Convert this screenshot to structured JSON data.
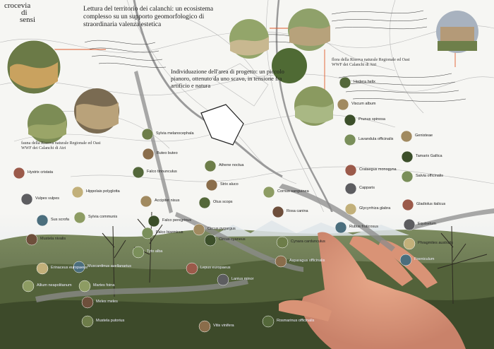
{
  "brand": {
    "line1": "crocevia",
    "line2": "di",
    "line3": "sensi"
  },
  "headings": {
    "calanchi": "Lettura del territorio dei calanchi: un ecosistema complesso su un supporto geomorfologico di straordinaria valenza estetica",
    "area": "Individuazione dell'area di progetto: un piccolo pianoro, ottenuto da uno scavo, in tensione fra artificio e natura",
    "fauna": "fauna della Riserva naturale Regionale ed Oasi WWF dei Calanchi di Atri",
    "flora": "flora della Riserva naturale Regionale ed Oasi WWF dei Calanchi di Atri"
  },
  "species": [
    {
      "id": "sylvia",
      "label": "Sylvia melanocephala"
    },
    {
      "id": "buteo",
      "label": "Buteo buteo"
    },
    {
      "id": "falco-tinn",
      "label": "Falco tinnunculus"
    },
    {
      "id": "accipiter",
      "label": "Accipiter nisus"
    },
    {
      "id": "falco-per",
      "label": "Falco peregrinus"
    },
    {
      "id": "falco-bia",
      "label": "Falco biarmicus"
    },
    {
      "id": "hystrix",
      "label": "Hystrix cristata"
    },
    {
      "id": "vulpes",
      "label": "Vulpes vulpes"
    },
    {
      "id": "hippolais",
      "label": "Hippolais polyglotta"
    },
    {
      "id": "sus",
      "label": "Sus scrofa"
    },
    {
      "id": "sylvia-comm",
      "label": "Sylvia communis"
    },
    {
      "id": "mustela",
      "label": "Mustela nivalis"
    },
    {
      "id": "athene",
      "label": "Athene noctua"
    },
    {
      "id": "strix",
      "label": "Strix aluco"
    },
    {
      "id": "otus",
      "label": "Otus scops"
    },
    {
      "id": "circus",
      "label": "Circus pygargus"
    },
    {
      "id": "circus2",
      "label": "Circus cyaneus"
    },
    {
      "id": "tyto",
      "label": "Tyto alba"
    },
    {
      "id": "lepus",
      "label": "Lepus europaeus"
    },
    {
      "id": "lanius",
      "label": "Lanius minor"
    },
    {
      "id": "erinaceus",
      "label": "Erinaceus europaeus"
    },
    {
      "id": "muscardinus",
      "label": "Muscardinus avellanarius"
    },
    {
      "id": "martes",
      "label": "Martes foina"
    },
    {
      "id": "meles",
      "label": "Meles meles"
    },
    {
      "id": "mustela-put",
      "label": "Mustela putorius"
    },
    {
      "id": "vitis",
      "label": "Vitis vinifera"
    },
    {
      "id": "hedera",
      "label": "Hedera helix"
    },
    {
      "id": "viscum",
      "label": "Viscum album"
    },
    {
      "id": "prunus",
      "label": "Prunus spinosa"
    },
    {
      "id": "lavandula",
      "label": "Lavandula officinalis"
    },
    {
      "id": "crataegus",
      "label": "Crataegus monogyna"
    },
    {
      "id": "capparis",
      "label": "Capparis"
    },
    {
      "id": "glycyrrhiza",
      "label": "Glycyrrhiza glabra"
    },
    {
      "id": "rubus",
      "label": "Rubus fruticosus"
    },
    {
      "id": "cornus",
      "label": "Cornus sanguinea"
    },
    {
      "id": "rosa",
      "label": "Rosa canina"
    },
    {
      "id": "cynara",
      "label": "Cynara cardunculus"
    },
    {
      "id": "asparagus",
      "label": "Asparagus officinalis"
    },
    {
      "id": "rosmarinus",
      "label": "Rosmarinus officinalis"
    },
    {
      "id": "genista",
      "label": "Genisteae"
    },
    {
      "id": "tamarix",
      "label": "Tamarix Gallica"
    },
    {
      "id": "salvia",
      "label": "Salvia officinalis"
    },
    {
      "id": "gladiolus",
      "label": "Gladiolus italicus"
    },
    {
      "id": "equisetum",
      "label": "Equisetum"
    },
    {
      "id": "phragmites",
      "label": "Phragmites australis"
    },
    {
      "id": "foeniculum",
      "label": "Foeniculum"
    },
    {
      "id": "allium",
      "label": "Allium neapolitanum"
    }
  ],
  "colors": {
    "accent": "#e05a2b",
    "bg": "#f6f6f3",
    "ribbon": "#8c8c8c"
  }
}
